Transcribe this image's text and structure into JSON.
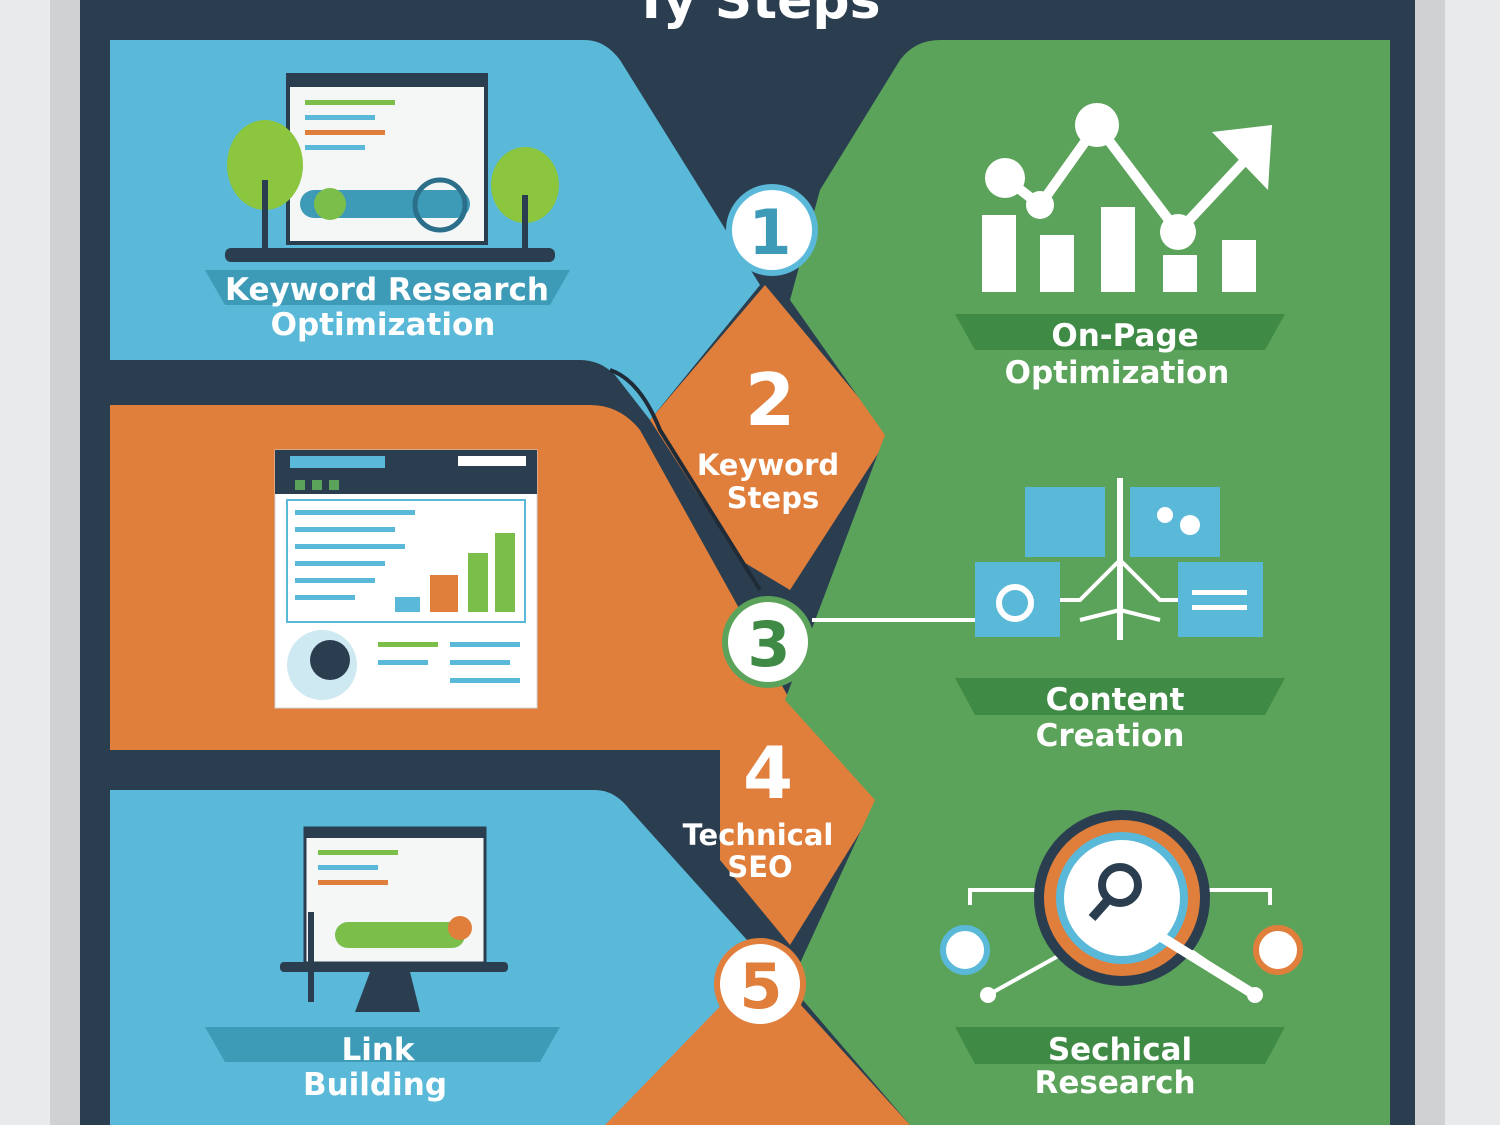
{
  "title": "Ty Steps",
  "colors": {
    "navy": "#2b3e50",
    "blue": "#5ab8d8",
    "green": "#5ba35a",
    "orange": "#e07e3c",
    "ribbon_blue": "#3d9bb8",
    "ribbon_green": "#3f8a45"
  },
  "steps": [
    {
      "number": "1",
      "label_line1": "Keyword Research",
      "label_line2": "Optimization",
      "icon": "browser-with-trees-icon"
    },
    {
      "number": "2",
      "label_line1": "Keyword",
      "label_line2": "Steps"
    },
    {
      "number": "3",
      "icon": "content-network-icon"
    },
    {
      "number": "4",
      "label_line1": "Technical",
      "label_line2": "SEO"
    },
    {
      "number": "5"
    }
  ],
  "panels": {
    "on_page": {
      "line1": "On-Page",
      "line2": "Optimization",
      "icon": "bar-chart-trend-icon"
    },
    "content": {
      "line1": "Content",
      "line2": "Creation",
      "icon": "content-network-icon"
    },
    "link": {
      "line1": "Link",
      "line2": "Building",
      "icon": "monitor-icon"
    },
    "sechnical": {
      "line1": "Sechical",
      "line2": "Research",
      "icon": "magnifier-gear-icon"
    },
    "analytics": {
      "icon": "analytics-dashboard-icon"
    }
  }
}
